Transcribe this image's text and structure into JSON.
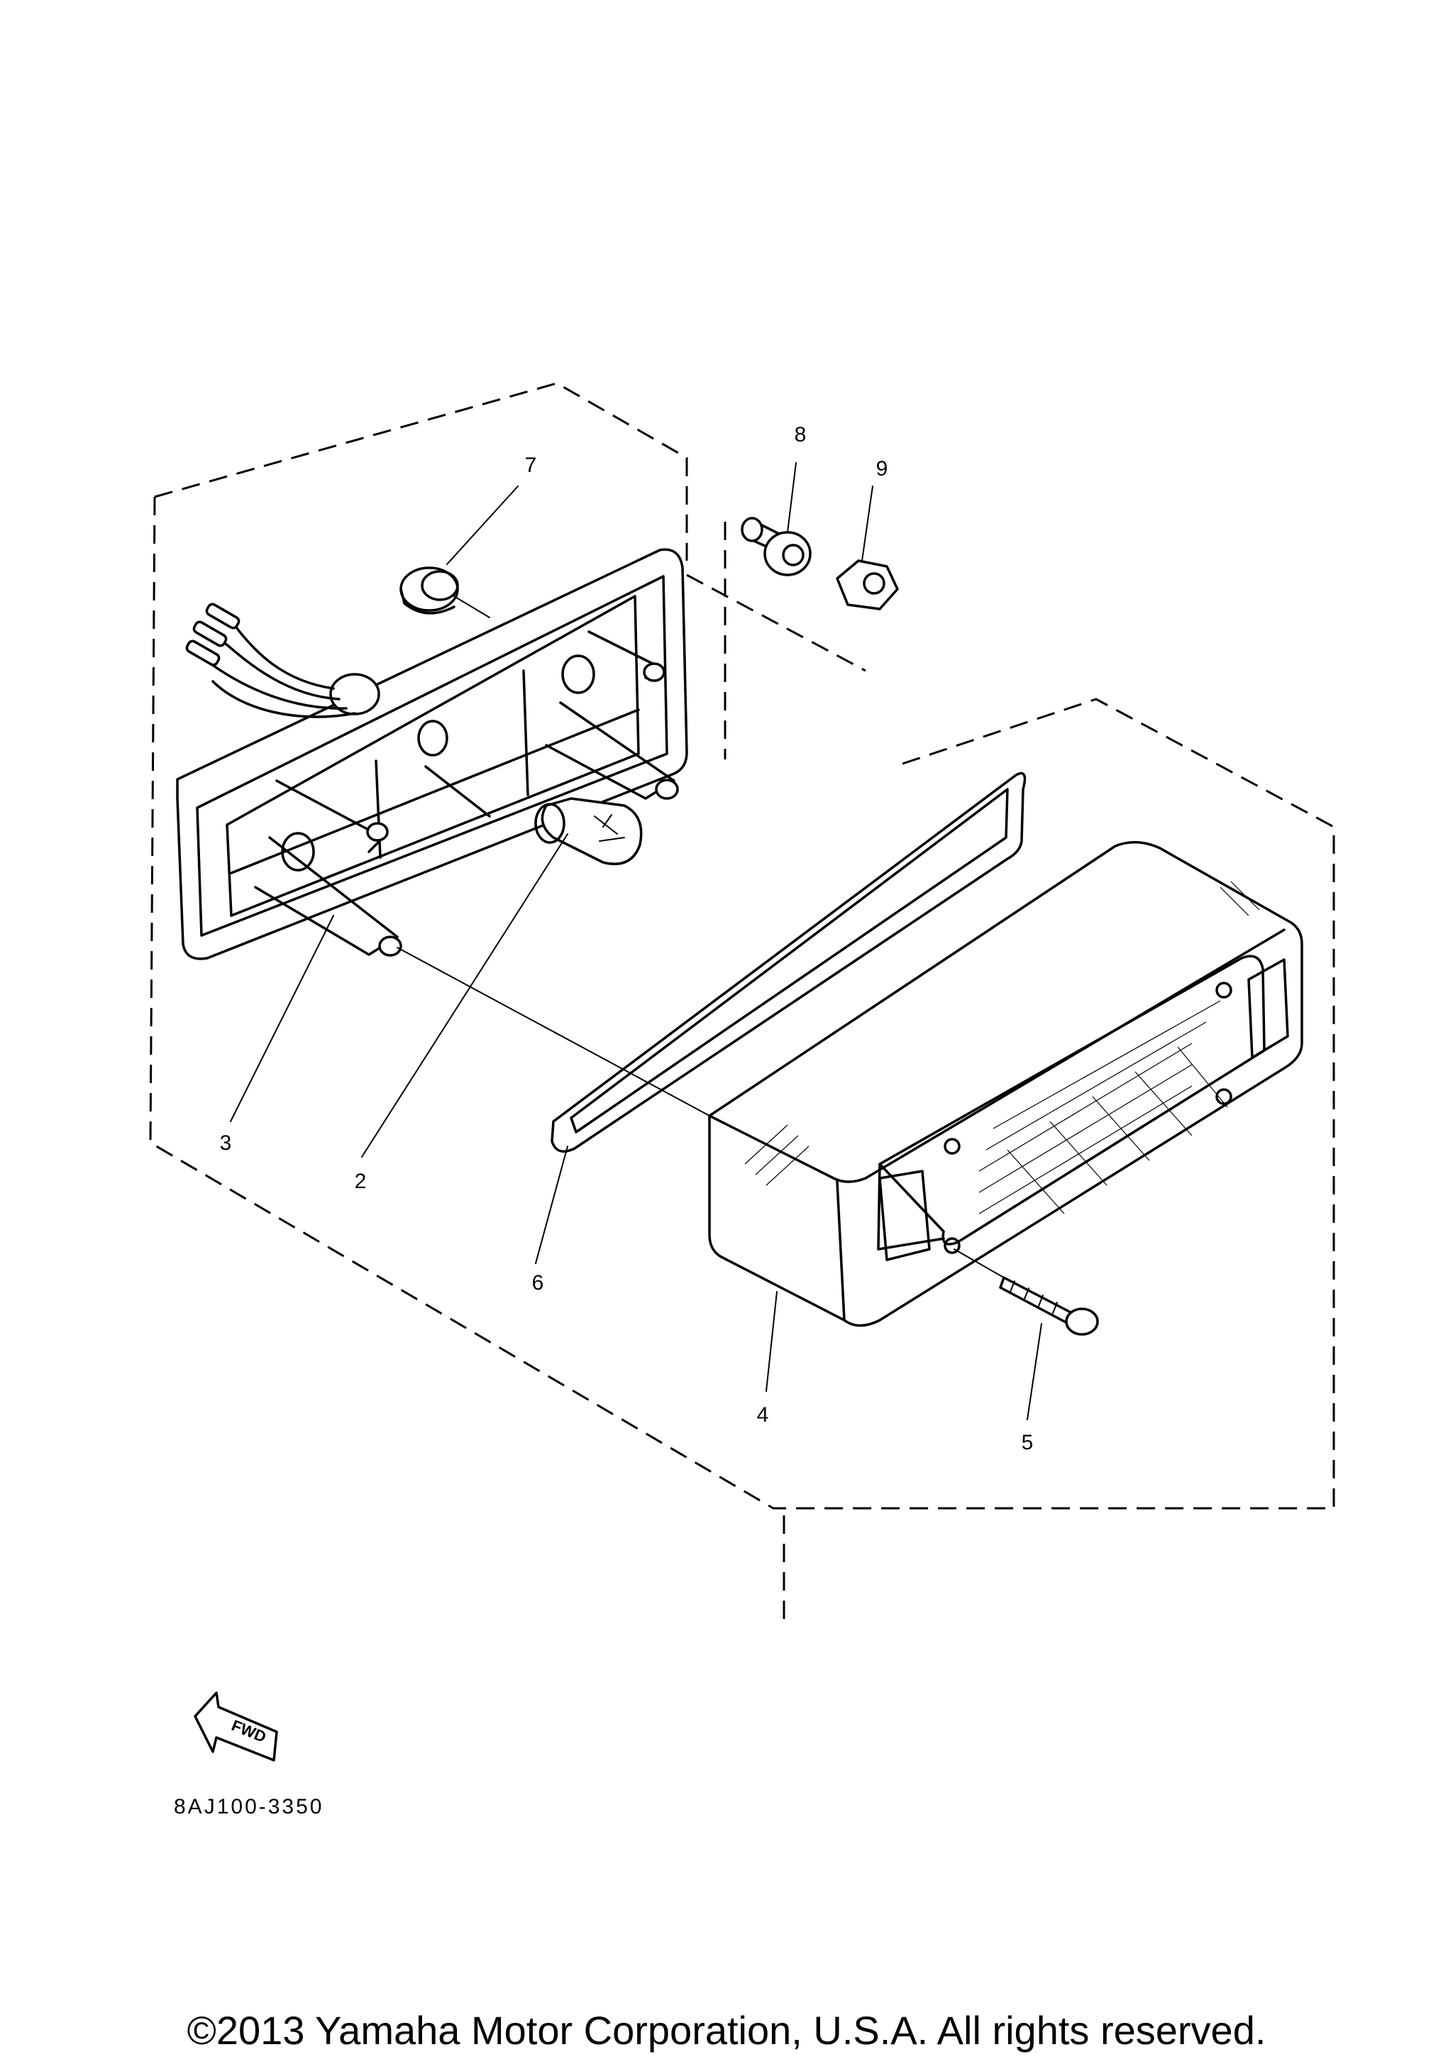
{
  "diagram": {
    "callouts": [
      "2",
      "3",
      "4",
      "5",
      "6",
      "7",
      "8",
      "9"
    ],
    "direction_label": "FWD",
    "figure_code": "8AJ100-3350",
    "copyright": "©2013 Yamaha Motor Corporation, U.S.A. All rights reserved."
  }
}
